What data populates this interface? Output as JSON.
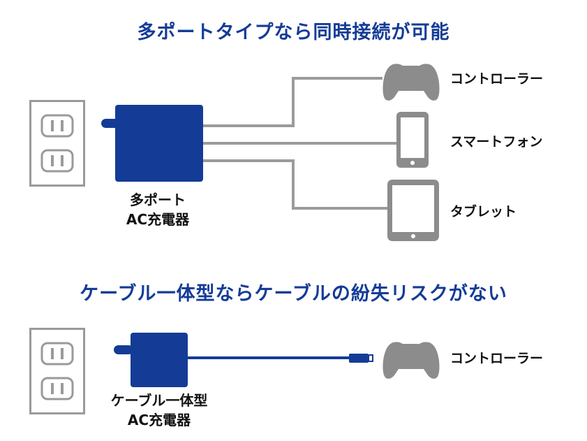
{
  "headings": {
    "multi_port": "多ポートタイプなら同時接続が可能",
    "integrated": "ケーブル一体型ならケーブルの紛失リスクがない"
  },
  "multi_port_charger": {
    "label_line1": "多ポート",
    "label_line2": "AC充電器"
  },
  "integrated_charger": {
    "label_line1": "ケーブル一体型",
    "label_line2": "AC充電器"
  },
  "devices": {
    "controller": "コントローラー",
    "smartphone": "スマートフォン",
    "tablet": "タブレット",
    "controller_2": "コントローラー"
  },
  "icons": {
    "outlet": "wall-outlet-icon",
    "charger": "charger-icon",
    "controller": "gamepad-icon",
    "smartphone": "smartphone-icon",
    "tablet": "tablet-icon"
  },
  "colors": {
    "heading": "#143c96",
    "charger": "#143c96",
    "device": "#8c8c8c",
    "cable_gray": "#9b9b9b",
    "outlet_border": "#9a9a9a"
  }
}
